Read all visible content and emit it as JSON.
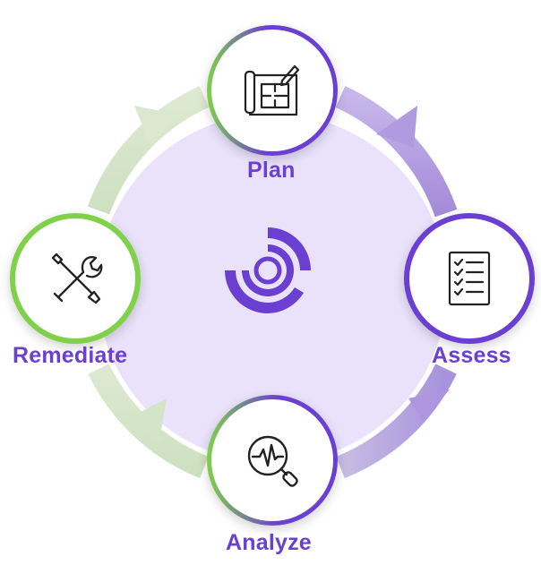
{
  "steps": {
    "plan": {
      "label": "Plan",
      "icon": "blueprint-plan-icon"
    },
    "assess": {
      "label": "Assess",
      "icon": "checklist-icon"
    },
    "analyze": {
      "label": "Analyze",
      "icon": "magnifier-pulse-icon"
    },
    "remediate": {
      "label": "Remediate",
      "icon": "wrench-screwdriver-icon"
    }
  },
  "center": {
    "icon": "radar-target-logo-icon"
  },
  "colors": {
    "purple": "#6b3fd1",
    "purple_light": "#b9a3e3",
    "green": "#7fd14a",
    "green_light": "#dcebd0",
    "center_fill": "#e8e0fa",
    "icon_stroke": "#222222"
  }
}
